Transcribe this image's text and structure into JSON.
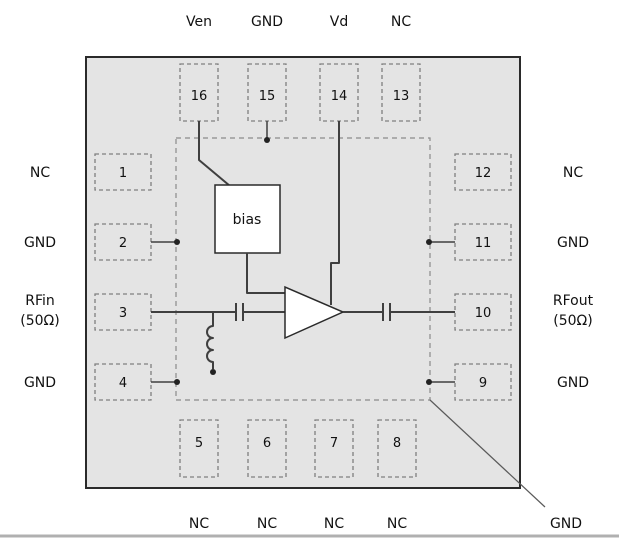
{
  "pins": {
    "top": [
      {
        "number": "16",
        "label": "Ven"
      },
      {
        "number": "15",
        "label": "GND"
      },
      {
        "number": "14",
        "label": "Vd"
      },
      {
        "number": "13",
        "label": "NC"
      }
    ],
    "left": [
      {
        "number": "1",
        "label": "NC"
      },
      {
        "number": "2",
        "label": "GND"
      },
      {
        "number": "3",
        "label": "RFin",
        "sublabel": "(50Ω)"
      },
      {
        "number": "4",
        "label": "GND"
      }
    ],
    "right": [
      {
        "number": "12",
        "label": "NC"
      },
      {
        "number": "11",
        "label": "GND"
      },
      {
        "number": "10",
        "label": "RFout",
        "sublabel": "(50Ω)"
      },
      {
        "number": "9",
        "label": "GND"
      }
    ],
    "bottom": [
      {
        "number": "5",
        "label": "NC"
      },
      {
        "number": "6",
        "label": "NC"
      },
      {
        "number": "7",
        "label": "NC"
      },
      {
        "number": "8",
        "label": "NC"
      }
    ]
  },
  "components": {
    "bias_label": "bias",
    "exposed_pad_label": "GND"
  },
  "colors": {
    "chip_fill": "#e4e4e4",
    "wire": "#3f3f3f",
    "pin_dash": "#7f7f7f"
  }
}
